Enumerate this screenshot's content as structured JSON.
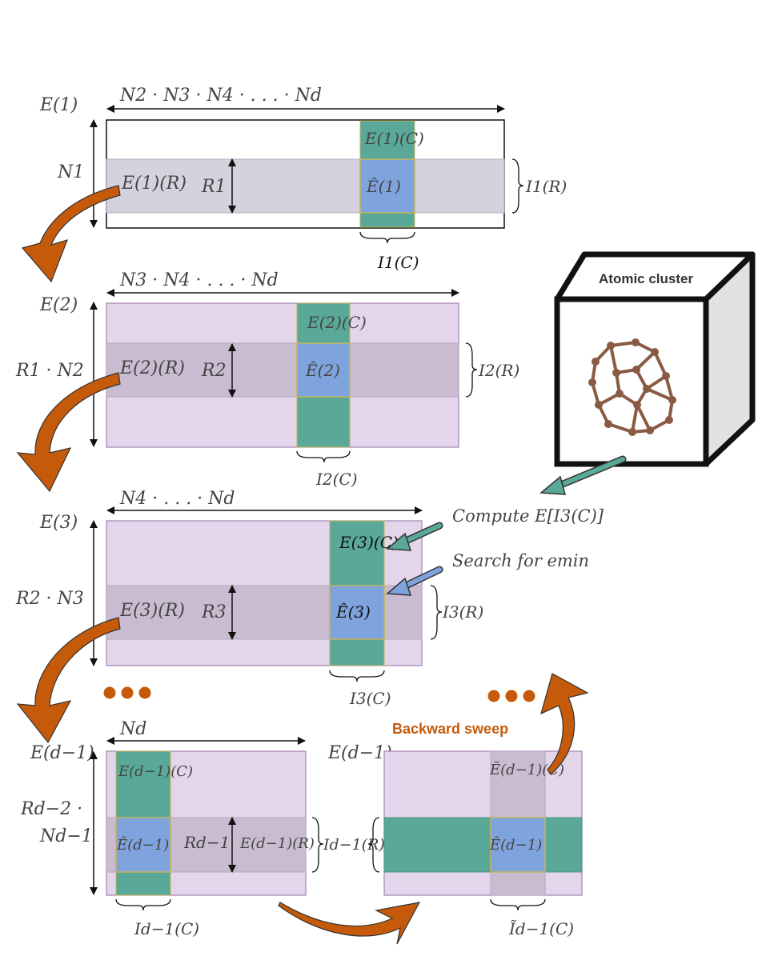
{
  "panels": {
    "p1": {
      "tensor_label": "E(1)",
      "width_label": "N2 · N3 · N4 · . . . · Nd",
      "height_label": "N1",
      "row_slice_label": "E(1)(R)",
      "rank_label": "R1",
      "col_slice_label": "E(1)(C)",
      "pivot_label": "Ê(1)",
      "row_index_label": "I1(R)",
      "col_index_label": "I1(C)"
    },
    "p2": {
      "tensor_label": "E(2)",
      "width_label": "N3 · N4 · . . . · Nd",
      "height_label": "R1 · N2",
      "row_slice_label": "E(2)(R)",
      "rank_label": "R2",
      "col_slice_label": "E(2)(C)",
      "pivot_label": "Ê(2)",
      "row_index_label": "I2(R)",
      "col_index_label": "I2(C)"
    },
    "p3": {
      "tensor_label": "E(3)",
      "width_label": "N4 · . . . · Nd",
      "height_label": "R2 · N3",
      "row_slice_label": "E(3)(R)",
      "rank_label": "R3",
      "col_slice_label": "E(3)(C)",
      "pivot_label": "Ê(3)",
      "row_index_label": "I3(R)",
      "col_index_label": "I3(C)"
    },
    "p4": {
      "tensor_label": "E(d−1)",
      "width_label": "Nd",
      "height_label_1": "Rd−2 ·",
      "height_label_2": "Nd−1",
      "col_slice_label": "E(d−1)(C)",
      "pivot_label": "Ê(d−1)",
      "rank_label": "Rd−1",
      "row_slice_label": "E(d−1)(R)",
      "row_index_label": "Id−1(R)",
      "col_index_label": "Id−1(C)"
    },
    "p5": {
      "tensor_label": "E(d−1)",
      "col_slice_label": "Ẽ(d−1)(C)",
      "pivot_label": "Ê(d−1)",
      "col_index_label": "Ĩd−1(C)"
    }
  },
  "annotations": {
    "compute": "Compute E[I3(C)]",
    "search": "Search for emin",
    "backward_sweep": "Backward sweep",
    "atomic_cluster": "Atomic cluster"
  },
  "colors": {
    "green": "#5aa898",
    "blue": "#7fa3dc",
    "gray": "#d4d2dc",
    "lavender": "#e3d6ea",
    "mauve": "#c9bcd0",
    "orange": "#c45a0a",
    "atom": "#8a5a44"
  },
  "ellipsis_icon": "dots-icon"
}
